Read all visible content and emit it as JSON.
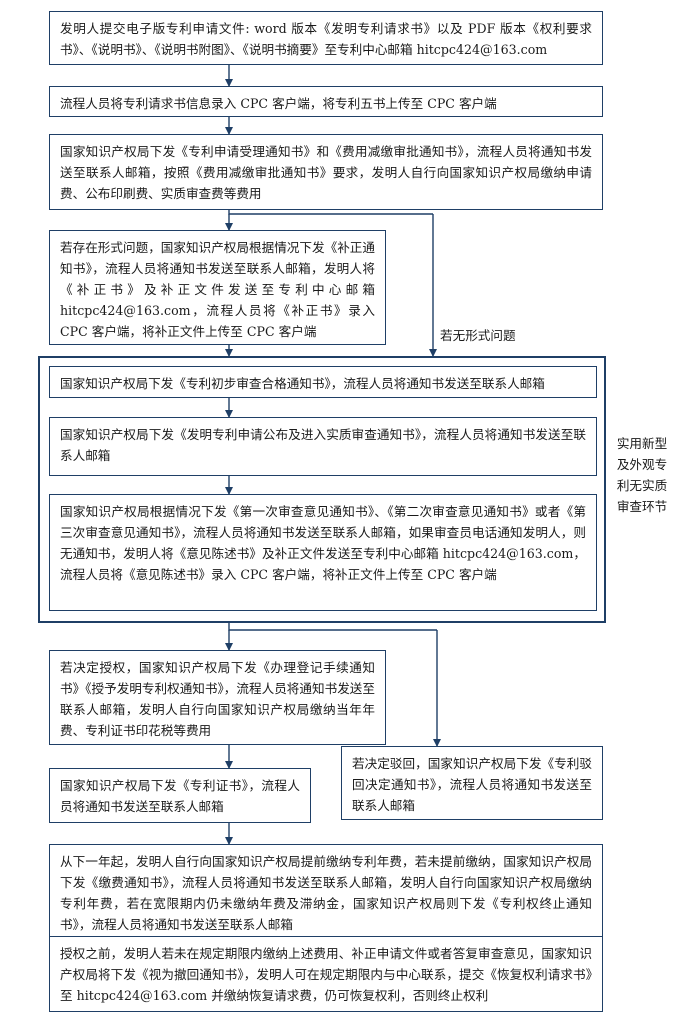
{
  "steps": {
    "s1": "发明人提交电子版专利申请文件: word 版本《发明专利请求书》以及 PDF 版本《权利要求书》、《说明书》、《说明书附图》、《说明书摘要》至专利中心邮箱 hitcpc424@163.com",
    "s2": "流程人员将专利请求书信息录入 CPC 客户端，将专利五书上传至 CPC 客户端",
    "s3": "国家知识产权局下发《专利申请受理通知书》和《费用减缴审批通知书》，流程人员将通知书发送至联系人邮箱，按照《费用减缴审批通知书》要求，发明人自行向国家知识产权局缴纳申请费、公布印刷费、实质审查费等费用",
    "s4": "若存在形式问题，国家知识产权局根据情况下发《补正通知书》，流程人员将通知书发送至联系人邮箱，发明人将《补正书》及补正文件发送至专利中心邮箱 hitcpc424@163.com，流程人员将《补正书》录入 CPC 客户端，将补正文件上传至 CPC 客户端",
    "s5": "国家知识产权局下发《专利初步审查合格通知书》，流程人员将通知书发送至联系人邮箱",
    "s6": "国家知识产权局下发《发明专利申请公布及进入实质审查通知书》，流程人员将通知书发送至联系人邮箱",
    "s7": "国家知识产权局根据情况下发《第一次审查意见通知书》、《第二次审查意见通知书》或者《第三次审查意见通知书》，流程人员将通知书发送至联系人邮箱，如果审查员电话通知发明人，则无通知书，发明人将《意见陈述书》及补正文件发送至专利中心邮箱 hitcpc424@163.com，流程人员将《意见陈述书》录入 CPC 客户端，将补正文件上传至 CPC 客户端",
    "s8": "若决定授权，国家知识产权局下发《办理登记手续通知书》《授予发明专利权通知书》，流程人员将通知书发送至联系人邮箱，发明人自行向国家知识产权局缴纳当年年费、专利证书印花税等费用",
    "s9": "国家知识产权局下发《专利证书》，流程人员将通知书发送至联系人邮箱",
    "s10": "若决定驳回，国家知识产权局下发《专利驳回决定通知书》，流程人员将通知书发送至联系人邮箱",
    "s11": "从下一年起，发明人自行向国家知识产权局提前缴纳专利年费，若未提前缴纳，国家知识产权局下发《缴费通知书》，流程人员将通知书发送至联系人邮箱，发明人自行向国家知识产权局缴纳专利年费，若在宽限期内仍未缴纳年费及滞纳金，国家知识产权局则下发《专利权终止通知书》，流程人员将通知书发送至联系人邮箱",
    "s12": "授权之前，发明人若未在规定期限内缴纳上述费用、补正申请文件或者答复审查意见，国家知识产权局将下发《视为撤回通知书》，发明人可在规定期限内与中心联系，提交《恢复权利请求书》至 hitcpc424@163.com 并缴纳恢复请求费，仍可恢复权利，否则终止权利"
  },
  "labels": {
    "no_formal_issue": "若无形式问题",
    "side_note": "实用新型及外观专利无实质审查环节"
  }
}
